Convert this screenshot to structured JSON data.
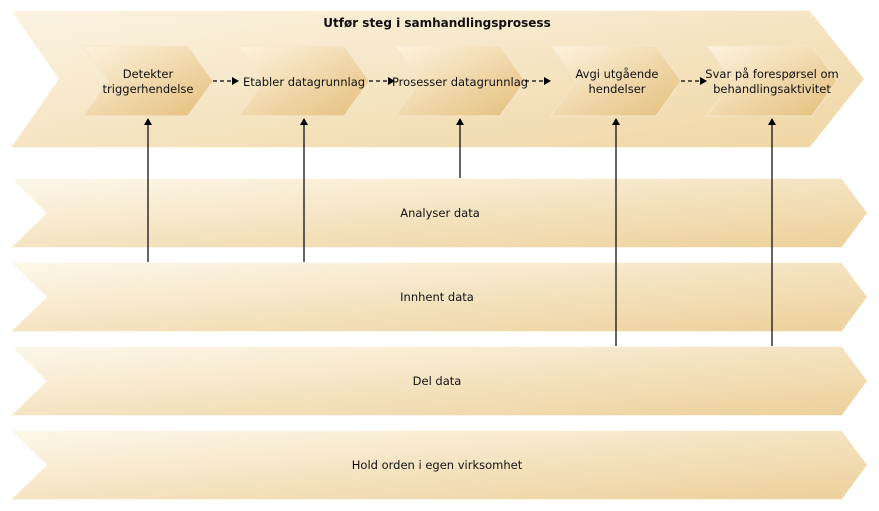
{
  "diagram": {
    "main_process": {
      "title": "Utfør steg i samhandlingsprosess",
      "steps": [
        {
          "line1": "Detekter",
          "line2": "triggerhendelse"
        },
        {
          "line1": "Etabler datagrunnlag",
          "line2": ""
        },
        {
          "line1": "Prosesser datagrunnlag",
          "line2": ""
        },
        {
          "line1": "Avgi utgående",
          "line2": "hendelser"
        },
        {
          "line1": "Svar på forespørsel om",
          "line2": "behandlingsaktivitet"
        }
      ]
    },
    "support_processes": [
      {
        "label": "Analyser data"
      },
      {
        "label": "Innhent data"
      },
      {
        "label": "Del data"
      },
      {
        "label": "Hold orden i egen virksomhet"
      }
    ],
    "colors": {
      "band_light": "#fdf6e9",
      "band_dark": "#ecd19a",
      "step_light": "#fcefd6",
      "step_dark": "#e6c27e",
      "outline": "#ffffff",
      "connector": "#000000"
    }
  }
}
